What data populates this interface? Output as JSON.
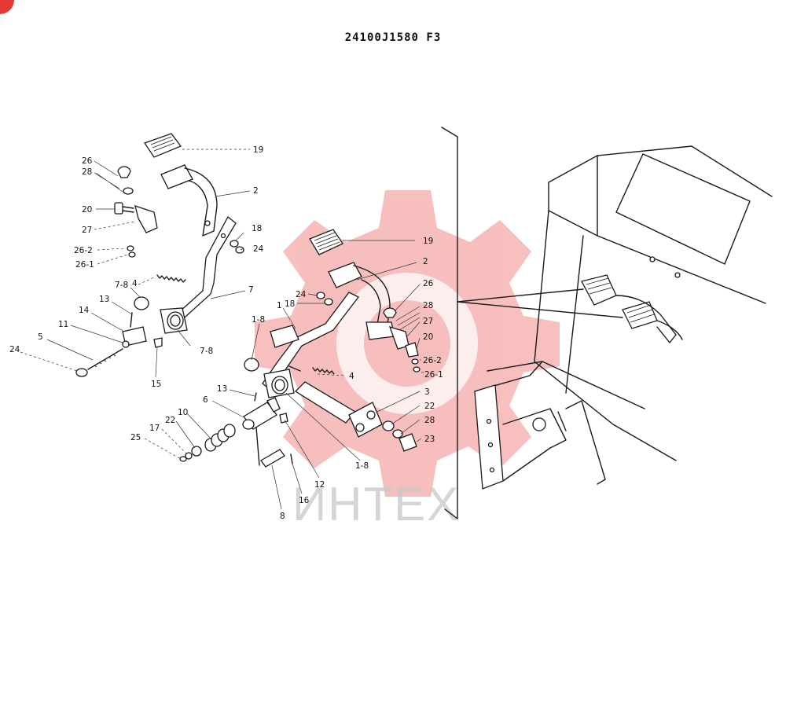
{
  "title": "24100J1580 F3",
  "watermark": {
    "text": "ИНТЕХ",
    "color": "#e53935"
  },
  "callouts": {
    "left": [
      "19",
      "2",
      "26",
      "28",
      "20",
      "27",
      "18",
      "24",
      "26-2",
      "26-1",
      "7-8",
      "4",
      "7",
      "13",
      "14",
      "11",
      "5",
      "24",
      "7-8",
      "15"
    ],
    "center": [
      "19",
      "2",
      "24",
      "18",
      "26",
      "28",
      "27",
      "20",
      "26-2",
      "26-1",
      "1",
      "1-8",
      "4",
      "3",
      "22",
      "28",
      "23",
      "13",
      "6",
      "10",
      "22",
      "17",
      "25",
      "12",
      "16",
      "8",
      "1-8"
    ]
  }
}
